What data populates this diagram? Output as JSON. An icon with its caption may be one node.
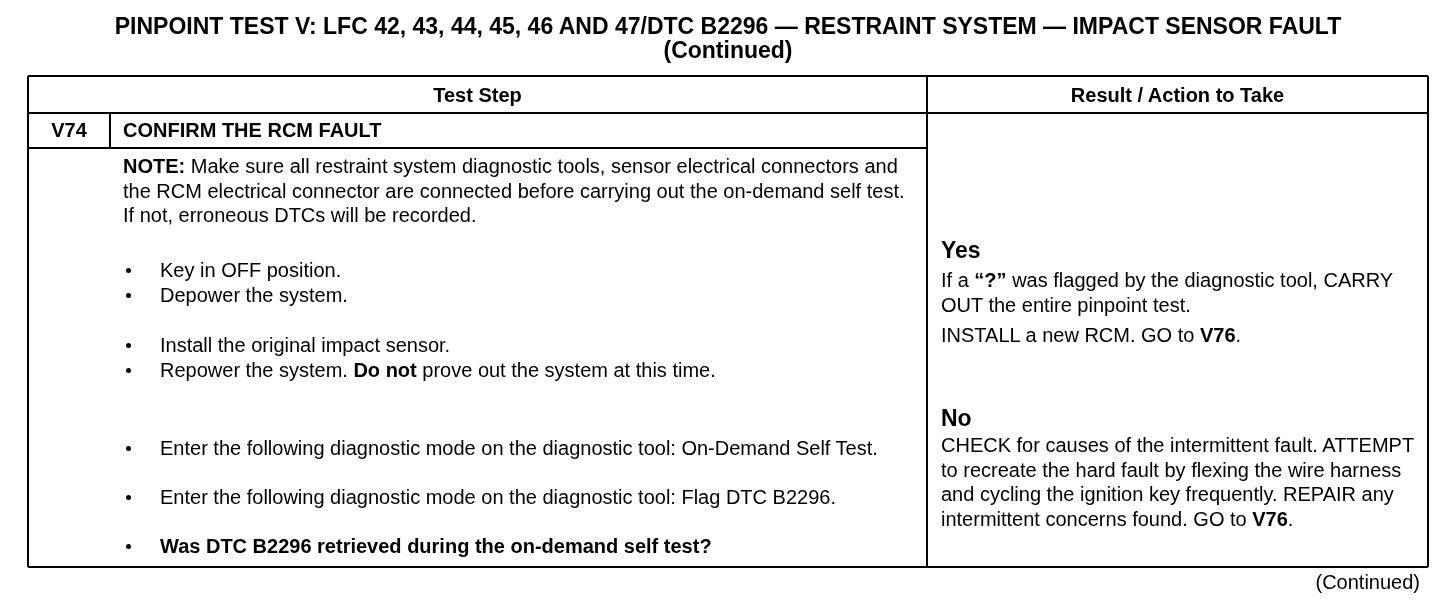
{
  "diagram": {
    "title": "PINPOINT TEST V: LFC 42, 43, 44, 45, 46 AND 47/DTC B2296 — RESTRAINT SYSTEM — IMPACT SENSOR FAULT (Continued)",
    "labels": [
      "Test Step",
      "Result / Action to Take",
      "V74",
      "CONFIRM THE RCM FAULT",
      "**NOTE:** Make sure all restraint system diagnostic tools, sensor electrical connectors and the RCM electrical connector are connected before carrying out the on-demand self test. If not, erroneous DTCs will be recorded.",
      "Key in OFF position.",
      "Depower the system.",
      "Install the original impact sensor.",
      "Repower the system. **Do not** prove out the system at this time.",
      "Enter the following diagnostic mode on the diagnostic tool: On-Demand Self Test.",
      "Enter the following diagnostic mode on the diagnostic tool: Flag DTC B2296.",
      "Was DTC B2296 retrieved during the on-demand self test?",
      "Yes",
      "If a **“?”** was flagged by the diagnostic tool, CARRY OUT the entire pinpoint test.",
      "INSTALL a new RCM. GO to **V76**.",
      "No",
      "CHECK for causes of the intermittent fault. ATTEMPT to recreate the hard fault by flexing the wire harness and cycling the ignition key frequently. REPAIR any intermittent concerns found. GO to **V76**.",
      "(Continued)"
    ]
  }
}
